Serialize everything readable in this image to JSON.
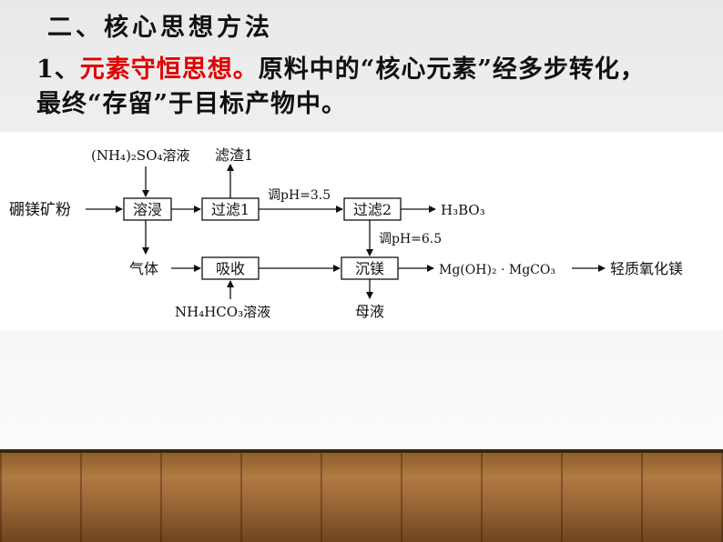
{
  "heading": "二、核心思想方法",
  "paragraph": {
    "number": "1、",
    "highlight": "元素守恒思想。",
    "line1_rest": "原料中的“核心元素”经多步转化，",
    "line2": "最终“存留”于目标产物中。"
  },
  "diagram": {
    "raw_material": "硼镁矿粉",
    "reagent_top": "(NH₄)₂SO₄溶液",
    "box_dissolve": "溶浸",
    "residue1": "滤渣1",
    "box_filter1": "过滤1",
    "cond_ph1": "调pH=3.5",
    "box_filter2": "过滤2",
    "product_h3bo3": "H₃BO₃",
    "cond_ph2": "调pH=6.5",
    "gas": "气体",
    "box_absorb": "吸收",
    "box_precip": "沉镁",
    "intermediate": "Mg(OH)₂ · MgCO₃",
    "final_product": "轻质氧化镁",
    "reagent_bottom": "NH₄HCO₃溶液",
    "mother_liquor": "母液"
  },
  "colors": {
    "highlight": "#e00000",
    "text": "#111111"
  }
}
